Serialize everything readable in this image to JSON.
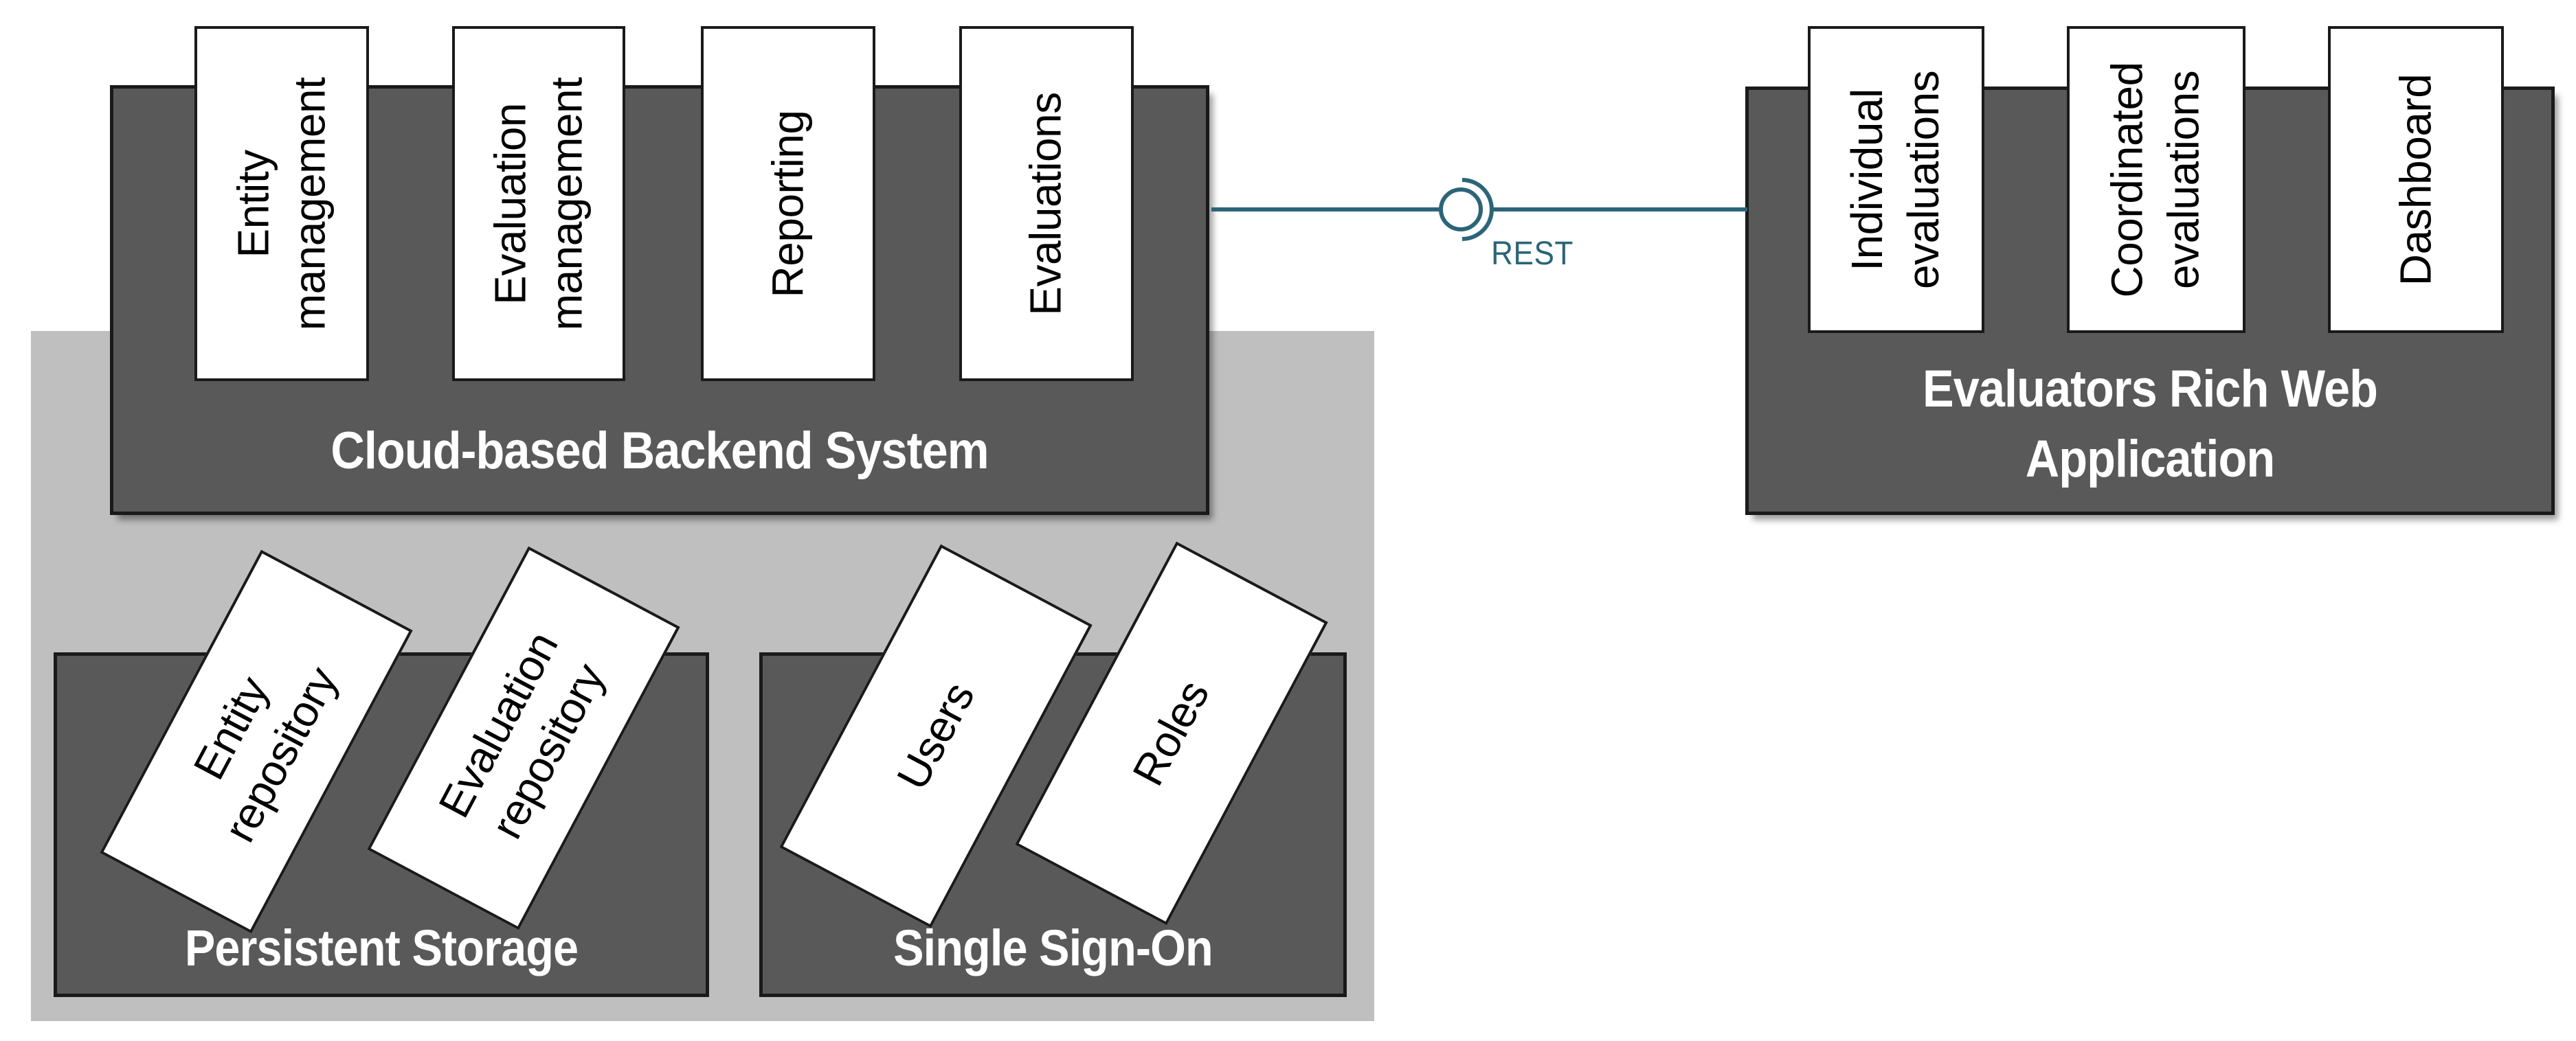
{
  "backend": {
    "title": "Cloud-based Backend System",
    "components": [
      "Entity\nmanagement",
      "Evaluation\nmanagement",
      "Reporting",
      "Evaluations"
    ]
  },
  "frontend": {
    "title": "Evaluators Rich Web\nApplication",
    "components": [
      "Individual\nevaluations",
      "Coordinated\nevaluations",
      "Dashboard"
    ]
  },
  "storage": {
    "title": "Persistent Storage",
    "components": [
      "Entity\nrepository",
      "Evaluation\nrepository"
    ]
  },
  "sso": {
    "title": "Single Sign-On",
    "components": [
      "Users",
      "Roles"
    ]
  },
  "connector": {
    "label": "REST",
    "icon": "ball-and-socket-interface-icon"
  },
  "colors": {
    "panel_dark_gray": "#595959",
    "panel_light_gray": "#BFBFBF",
    "connector_teal": "#2B6577",
    "border_black": "#1A1A1A",
    "component_fill": "#FFFFFF",
    "component_text": "#000000",
    "title_text": "#FFFFFF"
  }
}
